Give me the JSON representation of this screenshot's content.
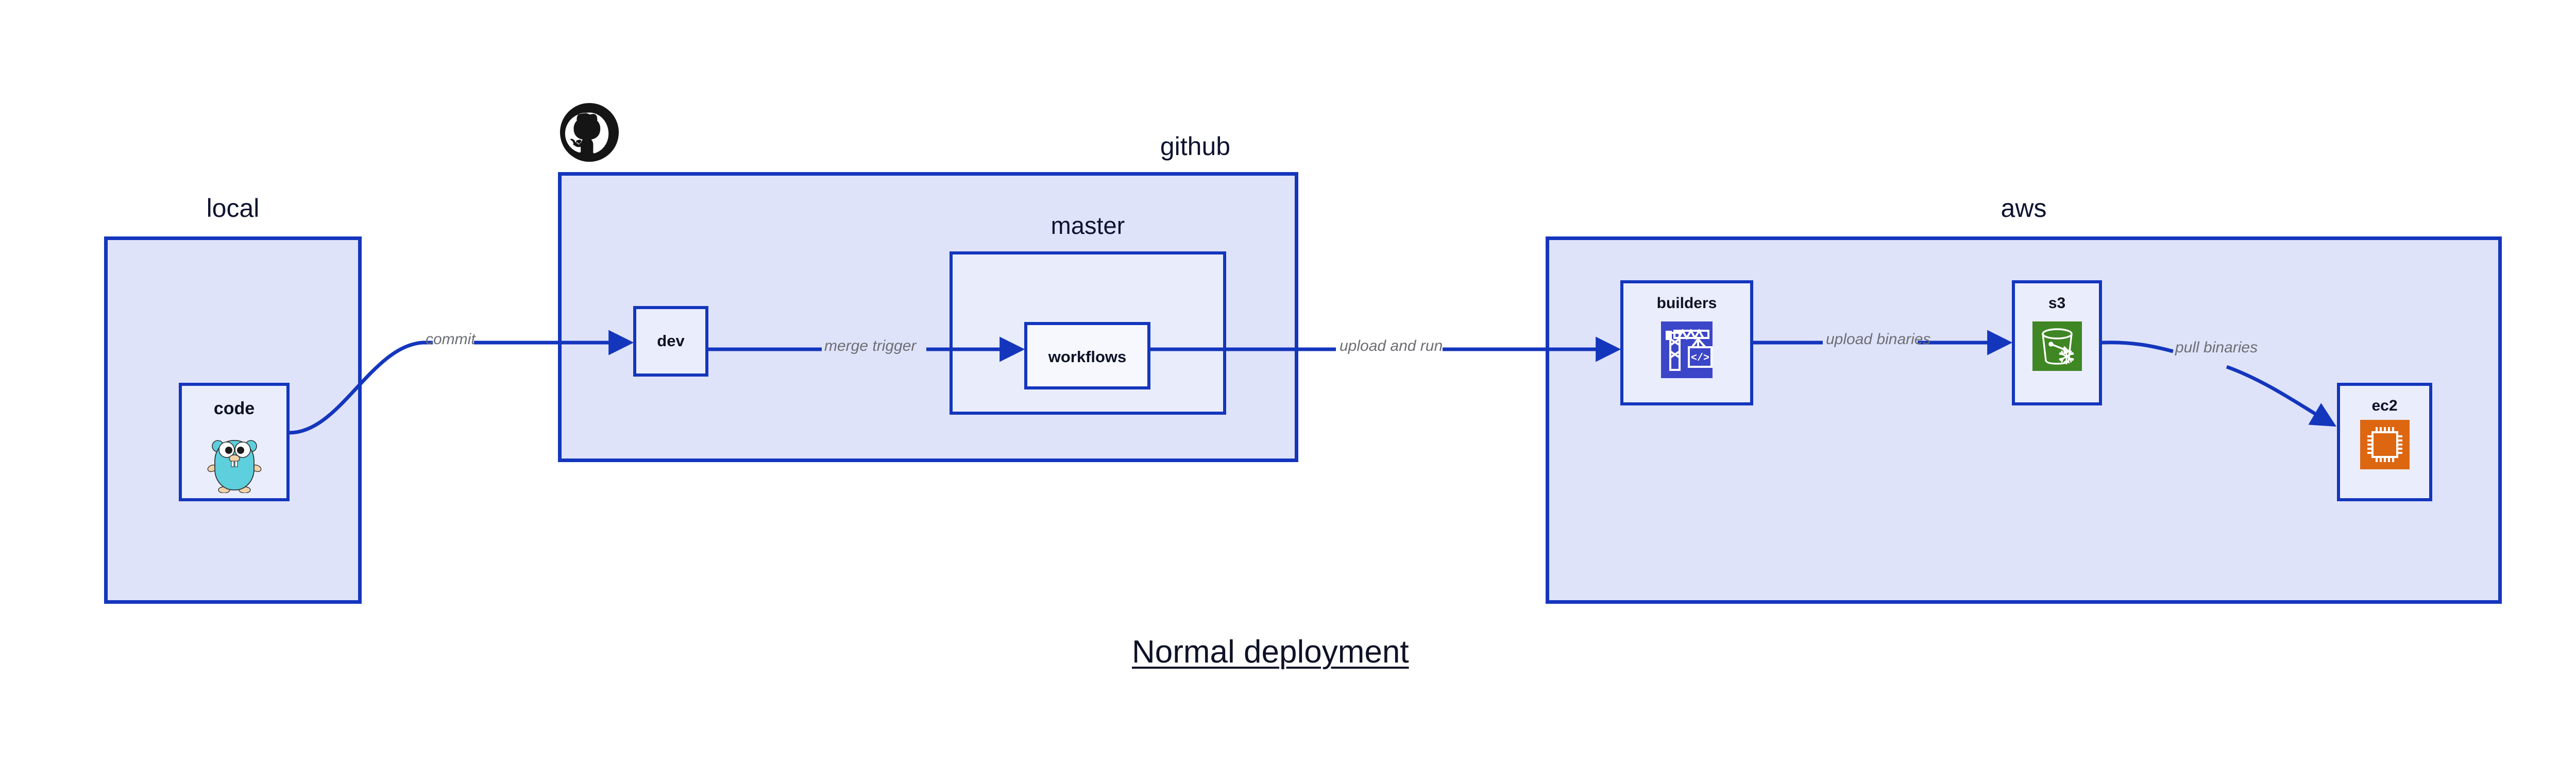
{
  "diagram": {
    "title": "Normal deployment",
    "accent_color": "#1436bd",
    "group_fill": "#dfe3fa",
    "node_fill": "#eaeefc",
    "label_color": "#6d6e73",
    "text_color": "#0d1226",
    "background": "#ffffff"
  },
  "groups": [
    {
      "id": "local",
      "label": "local",
      "nodes": [
        {
          "id": "code",
          "label": "code",
          "icon": "go-gopher-icon"
        }
      ]
    },
    {
      "id": "github",
      "label": "github",
      "logo": "github-octocat-icon",
      "nodes": [
        {
          "id": "dev",
          "label": "dev",
          "icon": "none"
        }
      ],
      "subgroups": [
        {
          "id": "master",
          "label": "master",
          "nodes": [
            {
              "id": "workflows",
              "label": "workflows",
              "icon": "none"
            }
          ]
        }
      ]
    },
    {
      "id": "aws",
      "label": "aws",
      "nodes": [
        {
          "id": "builders",
          "label": "builders",
          "icon": "aws-codebuild-crane-icon",
          "icon_color": "#3c46c8"
        },
        {
          "id": "s3",
          "label": "s3",
          "icon": "aws-s3-bucket-icon",
          "icon_color": "#3f8624"
        },
        {
          "id": "ec2",
          "label": "ec2",
          "icon": "aws-ec2-chip-icon",
          "icon_color": "#dd6611"
        }
      ]
    }
  ],
  "edges": [
    {
      "id": "code-to-dev",
      "from": "code",
      "to": "dev",
      "label": "commit"
    },
    {
      "id": "dev-to-workflows",
      "from": "dev",
      "to": "workflows",
      "label": "merge trigger"
    },
    {
      "id": "workflows-to-builders",
      "from": "workflows",
      "to": "builders",
      "label": "upload and run"
    },
    {
      "id": "builders-to-s3",
      "from": "builders",
      "to": "s3",
      "label": "upload binaries"
    },
    {
      "id": "s3-to-ec2",
      "from": "s3",
      "to": "ec2",
      "label": "pull binaries"
    }
  ]
}
